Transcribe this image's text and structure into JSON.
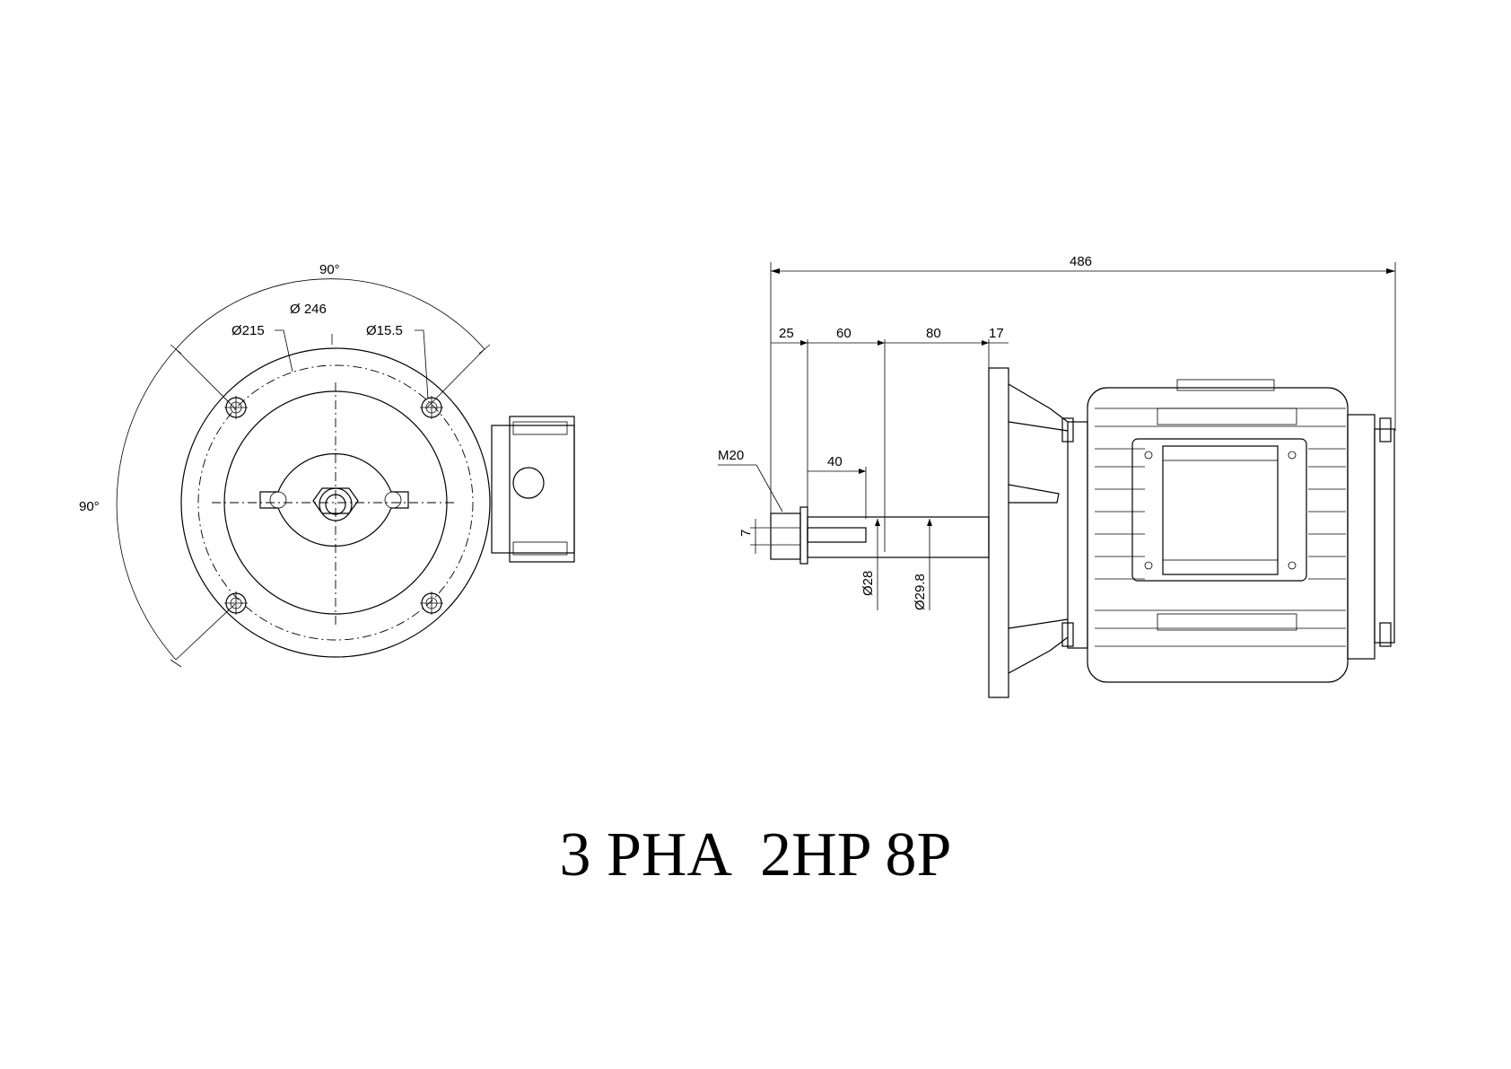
{
  "title": "3 PHA  2HP 8P",
  "front_view": {
    "angle_top": "90°",
    "angle_left": "90°",
    "dia_outer": "Ø 246",
    "dia_pcd": "Ø215",
    "dia_hole": "Ø15.5"
  },
  "side_view": {
    "overall_length": "486",
    "dim_a": "25",
    "dim_b": "60",
    "dim_c": "80",
    "dim_d": "17",
    "key_length": "40",
    "thread": "M20",
    "key_width": "7",
    "dia_shaft": "Ø28",
    "dia_shoulder": "Ø29.8"
  }
}
